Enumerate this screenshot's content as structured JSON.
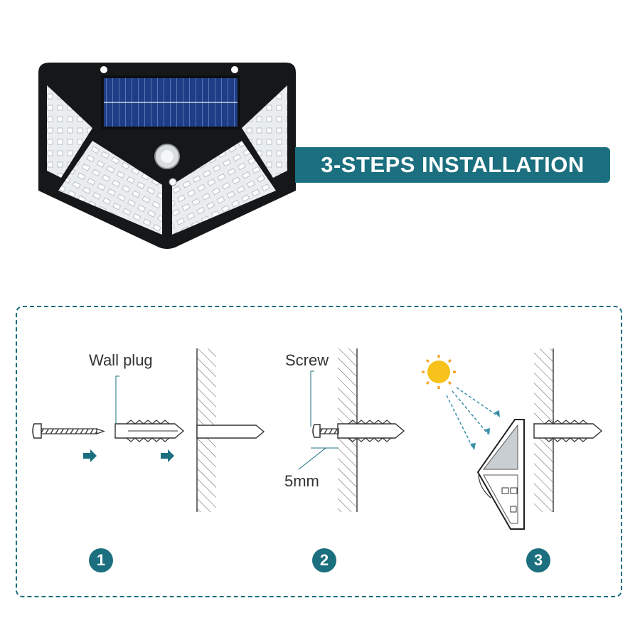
{
  "banner": {
    "title": "3-STEPS INSTALLATION"
  },
  "labels": {
    "wall_plug": "Wall plug",
    "screw": "Screw",
    "depth": "5mm"
  },
  "steps": [
    "1",
    "2",
    "3"
  ],
  "colors": {
    "accent": "#1b6f7e",
    "sun": "#f7c21b",
    "arrow": "#1b6f7e"
  },
  "icons": [
    "solar-light-product",
    "screw-icon",
    "wall-plug-icon",
    "wall-icon",
    "sun-icon",
    "arrow-right-icon"
  ]
}
